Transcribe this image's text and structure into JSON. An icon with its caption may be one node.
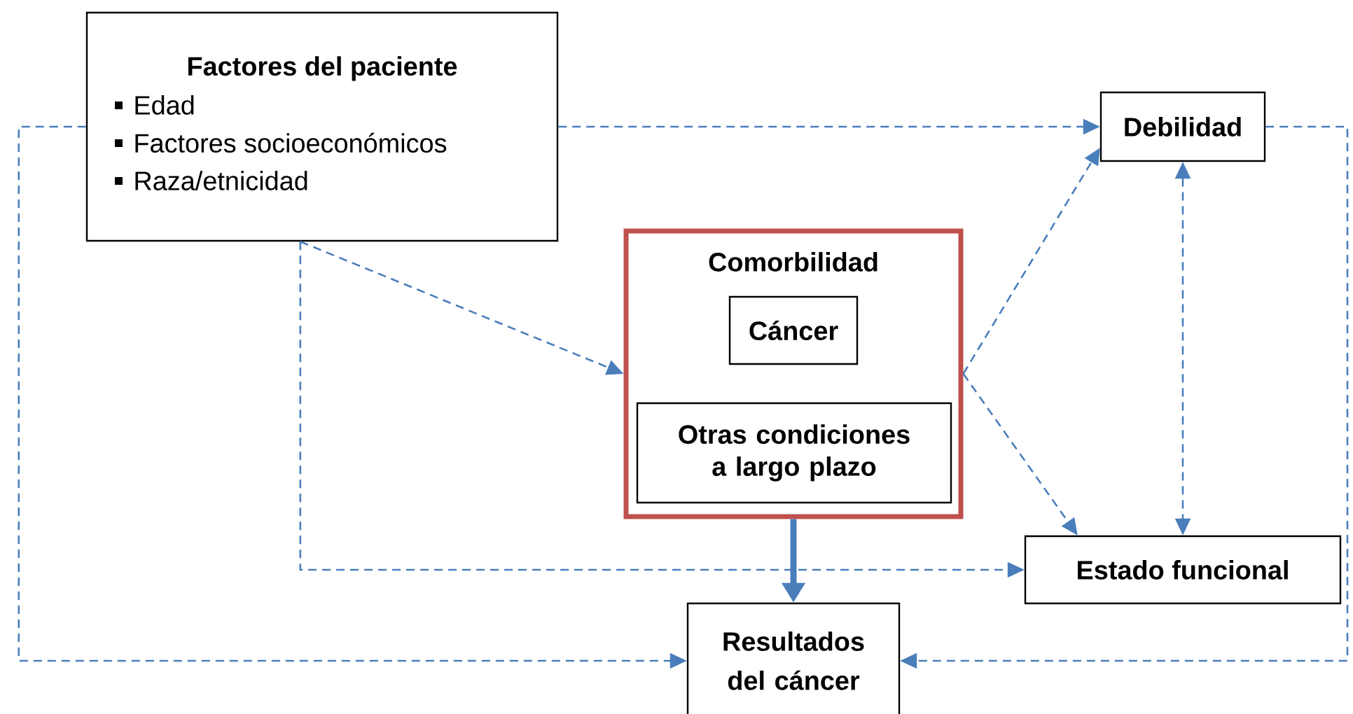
{
  "diagram": {
    "nodes": [
      {
        "text": [
          "Factores del paciente",
          "Edad",
          "Factores socioeconómicos",
          "Raza/etnicidad"
        ]
      },
      {
        "text": [
          "Debilidad"
        ]
      },
      {
        "text": [
          "Comorbilidad"
        ]
      },
      {
        "text": [
          "Cáncer"
        ],
        "in": 2
      },
      {
        "text": [
          "Otras condiciones a largo plazo"
        ],
        "in": 2
      },
      {
        "text": [
          "Estado funcional"
        ]
      },
      {
        "text": [
          "Resultados del cáncer"
        ]
      }
    ],
    "edges": [
      {
        "from": 0,
        "to": 1,
        "arrow": "to",
        "style": "dashed"
      },
      {
        "from": 0,
        "to": 6,
        "arrow": "to",
        "style": "dashed"
      },
      {
        "from": 0,
        "to": 2,
        "arrow": "to",
        "style": "dashed"
      },
      {
        "from": 0,
        "to": 5,
        "arrow": "to",
        "style": "dashed"
      },
      {
        "from": 2,
        "to": 1,
        "arrow": "to",
        "style": "dashed"
      },
      {
        "from": 2,
        "to": 5,
        "arrow": "to",
        "style": "dashed"
      },
      {
        "from": 1,
        "to": 5,
        "arrow": "both",
        "style": "dashed"
      },
      {
        "from": 2,
        "to": 6,
        "arrow": "to",
        "style": "thick"
      },
      {
        "from": 1,
        "to": 6,
        "arrow": "to",
        "style": "dashed"
      }
    ]
  }
}
